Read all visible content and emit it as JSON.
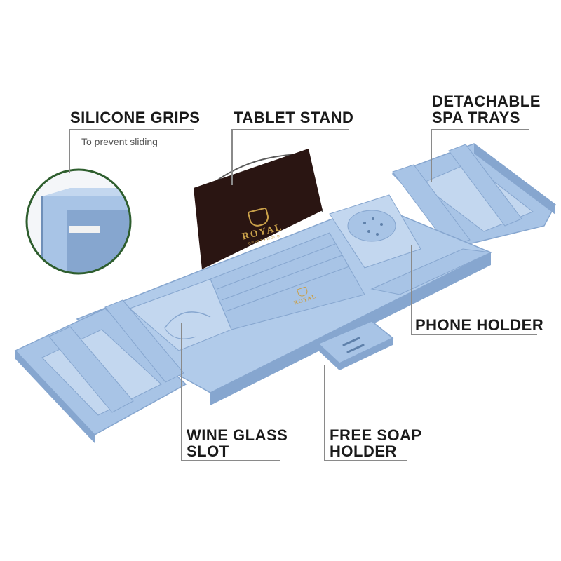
{
  "labels": {
    "silicone_grips": "SILICONE GRIPS",
    "silicone_grips_sub": "To prevent sliding",
    "tablet_stand": "TABLET STAND",
    "detachable_line1": "DETACHABLE",
    "detachable_line2": "SPA TRAYS",
    "phone_holder": "PHONE HOLDER",
    "wine_glass_line1": "WINE GLASS",
    "wine_glass_line2": "SLOT",
    "soap_line1": "FREE SOAP",
    "soap_line2": "HOLDER"
  },
  "brand": {
    "name": "ROYAL",
    "tagline": "CRAFT✦WOOD"
  },
  "colors": {
    "tray": "#a8c4e6",
    "tray_dark": "#86a6cf",
    "tray_light": "#c3d7ef",
    "tablet": "#2a1512",
    "gold": "#c9a04a",
    "circle_ring": "#2e5e2e"
  }
}
